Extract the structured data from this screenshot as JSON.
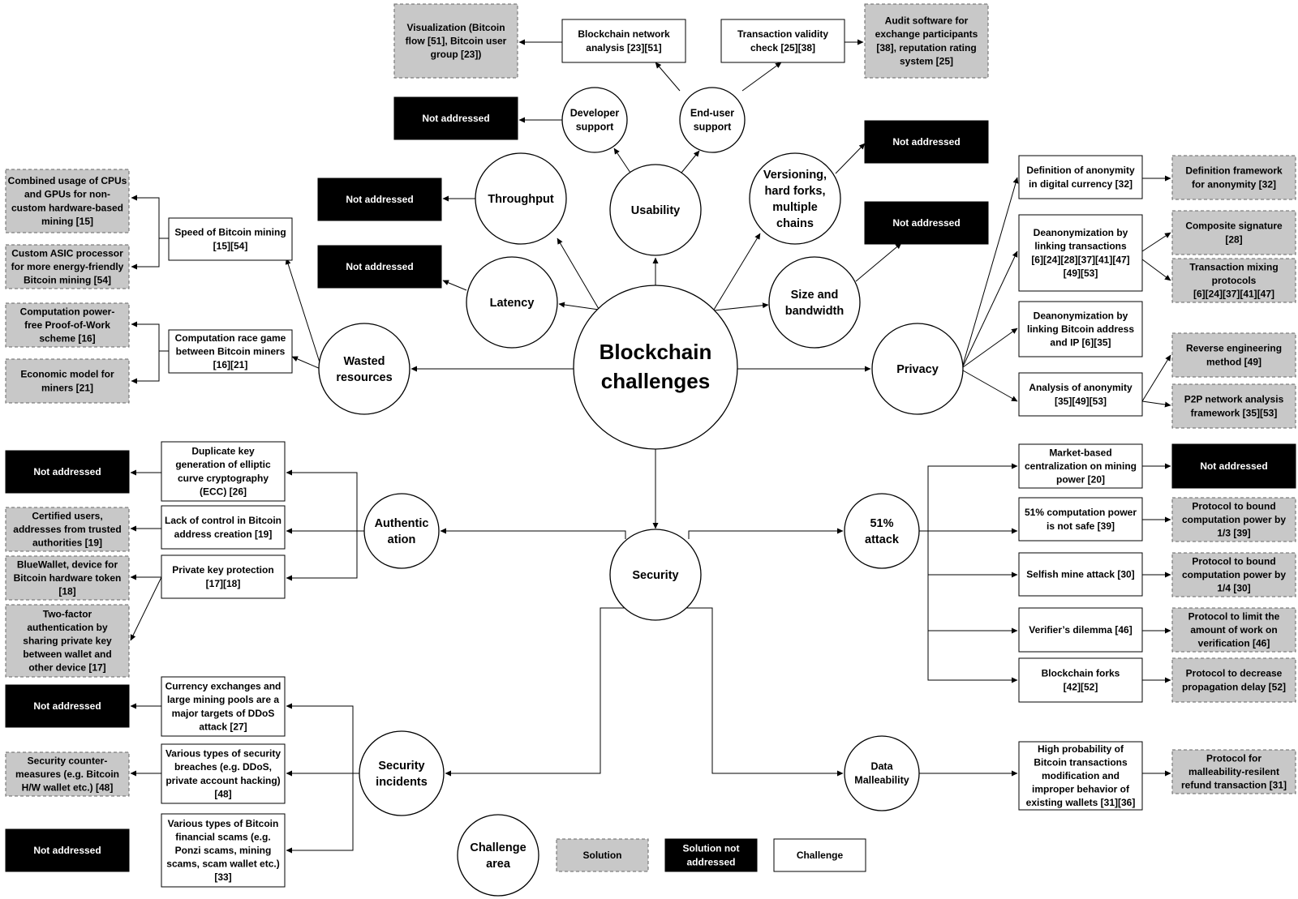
{
  "nodes": {
    "center": "Blockchain\nchallenges",
    "usability": "Usability",
    "developer_support": "Developer\nsupport",
    "end_user_support": "End-user\nsupport",
    "throughput": "Throughput",
    "latency": "Latency",
    "wasted_resources": "Wasted\nresources",
    "versioning": "Versioning,\nhard forks,\nmultiple\nchains",
    "size_bandwidth": "Size and\nbandwidth",
    "privacy": "Privacy",
    "security": "Security",
    "authentication": "Authentic\nation",
    "attack51": "51%\nattack",
    "security_incidents": "Security\nincidents",
    "data_malleability": "Data\nMalleability",
    "legend_area": "Challenge\narea",
    "ch_network_analysis": "Blockchain network\nanalysis [23][51]",
    "ch_tx_validity": "Transaction validity\ncheck [25][38]",
    "ch_mining_speed": "Speed of Bitcoin mining\n[15][54]",
    "ch_race_game": "Computation race game\nbetween Bitcoin miners\n[16][21]",
    "ch_anonymity_def": "Definition of anonymity\nin digital currency [32]",
    "ch_deanon_tx": "Deanonymization by\nlinking transactions\n[6][24][28][37][41][47]\n[49][53]",
    "ch_deanon_ip": "Deanonymization by\nlinking Bitcoin address\nand IP [6][35]",
    "ch_anonymity_analysis": "Analysis of anonymity\n[35][49][53]",
    "ch_ecc": "Duplicate key\ngeneration of elliptic\ncurve cryptography\n(ECC) [26]",
    "ch_address_control": "Lack of control in Bitcoin\naddress creation [19]",
    "ch_private_key": "Private key protection\n[17][18]",
    "ch_market_central": "Market-based\ncentralization on mining\npower [20]",
    "ch_51_not_safe": "51% computation power\nis not safe [39]",
    "ch_selfish": "Selfish mine attack [30]",
    "ch_verifier": "Verifier’s dilemma [46]",
    "ch_forks": "Blockchain forks\n[42][52]",
    "ch_ddos": "Currency exchanges and\nlarge mining pools are a\nmajor targets of DDoS\nattack [27]",
    "ch_breaches": "Various types of security\nbreaches (e.g. DDoS,\nprivate account hacking)\n[48]",
    "ch_scams": "Various types of Bitcoin\nfinancial scams (e.g.\nPonzi scams, mining\nscams, scam wallet etc.)\n[33]",
    "ch_malleability": "High probability of\nBitcoin transactions\nmodification and\nimproper behavior of\nexisting wallets [31][36]",
    "sol_visualization": "Visualization (Bitcoin\nflow [51], Bitcoin user\ngroup [23])",
    "sol_audit": "Audit software for\nexchange participants\n[38], reputation rating\nsystem [25]",
    "sol_cpu_gpu": "Combined usage of CPUs\nand GPUs for non-\ncustom hardware-based\nmining [15]",
    "sol_asic": "Custom ASIC processor\nfor more energy-friendly\nBitcoin mining [54]",
    "sol_pow_free": "Computation power-\nfree Proof-of-Work\nscheme [16]",
    "sol_economic": "Economic model for\nminers [21]",
    "sol_anon_framework": "Definition framework\nfor anonymity [32]",
    "sol_composite": "Composite signature\n[28]",
    "sol_mixing": "Transaction mixing\nprotocols\n[6][24][37][41][47]",
    "sol_reverse": "Reverse engineering\nmethod [49]",
    "sol_p2p": "P2P network analysis\nframework [35][53]",
    "sol_certified": "Certified users,\naddresses from trusted\nauthorities [19]",
    "sol_bluewallet": "BlueWallet, device for\nBitcoin hardware token\n[18]",
    "sol_two_factor": "Two-factor\nauthentication by\nsharing private key\nbetween wallet and\nother device [17]",
    "sol_bound_13": "Protocol to bound\ncomputation power by\n1/3 [39]",
    "sol_bound_14": "Protocol to bound\ncomputation power by\n1/4 [30]",
    "sol_limit_work": "Protocol to limit the\namount of work on\nverification [46]",
    "sol_prop_delay": "Protocol to decrease\npropagation delay [52]",
    "sol_countermeasures": "Security counter-\nmeasures (e.g. Bitcoin\nH/W wallet etc.) [48]",
    "sol_refund": "Protocol for\nmalleability-resilent\nrefund transaction [31]",
    "na_developer": "Not addressed",
    "na_throughput": "Not addressed",
    "na_latency": "Not addressed",
    "na_versioning": "Not addressed",
    "na_size": "Not addressed",
    "na_ecc": "Not addressed",
    "na_market": "Not addressed",
    "na_ddos": "Not addressed",
    "na_scams": "Not addressed",
    "legend_solution": "Solution",
    "legend_not_addressed": "Solution not\naddressed",
    "legend_challenge": "Challenge"
  },
  "colors": {
    "solution_fill": "#c8c8c8",
    "not_addressed_fill": "#000000",
    "challenge_fill": "#ffffff"
  }
}
